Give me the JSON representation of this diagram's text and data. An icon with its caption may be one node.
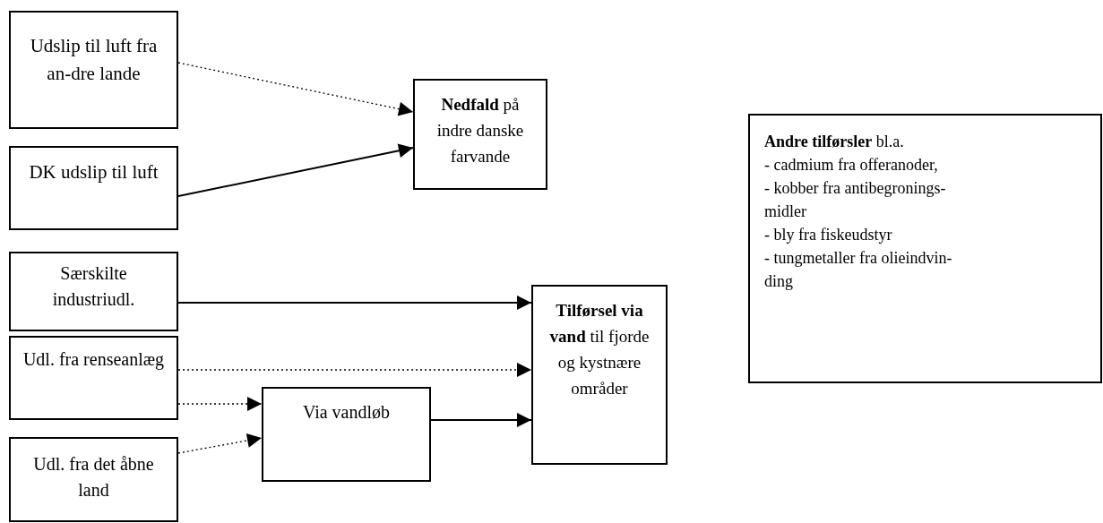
{
  "diagram": {
    "nodes": [
      {
        "text": [
          "Udslip til luft fra an-dre lande"
        ]
      },
      {
        "text": [
          "DK udslip til luft"
        ]
      },
      {
        "text": [
          "**Nedfald** på indre danske farvande"
        ]
      },
      {
        "text": [
          "Særskilte industriudl."
        ]
      },
      {
        "text": [
          "Udl. fra renseanlæg"
        ]
      },
      {
        "text": [
          "Udl. fra det åbne land"
        ]
      },
      {
        "text": [
          "Via vandløb"
        ]
      },
      {
        "text": [
          "**Tilførsel via vand** til fjorde og kystnære områder"
        ]
      },
      {
        "text": [
          "**Andre tilførsler** bl.a.",
          "- cadmium fra offeranoder,",
          "- kobber fra antibegronings-midler",
          "- bly fra fiskeudstyr",
          "- tungmetaller fra olieindvin-ding"
        ]
      }
    ],
    "edges": [
      {
        "from": 0,
        "to": 2,
        "arrow": "to",
        "style": "dashed"
      },
      {
        "from": 1,
        "to": 2,
        "arrow": "to"
      },
      {
        "from": 3,
        "to": 7,
        "arrow": "to"
      },
      {
        "from": 4,
        "to": 7,
        "arrow": "to",
        "style": "dashed"
      },
      {
        "from": 4,
        "to": 6,
        "arrow": "to",
        "style": "dashed"
      },
      {
        "from": 5,
        "to": 6,
        "arrow": "to",
        "style": "dashed"
      },
      {
        "from": 6,
        "to": 7,
        "arrow": "to"
      }
    ]
  }
}
